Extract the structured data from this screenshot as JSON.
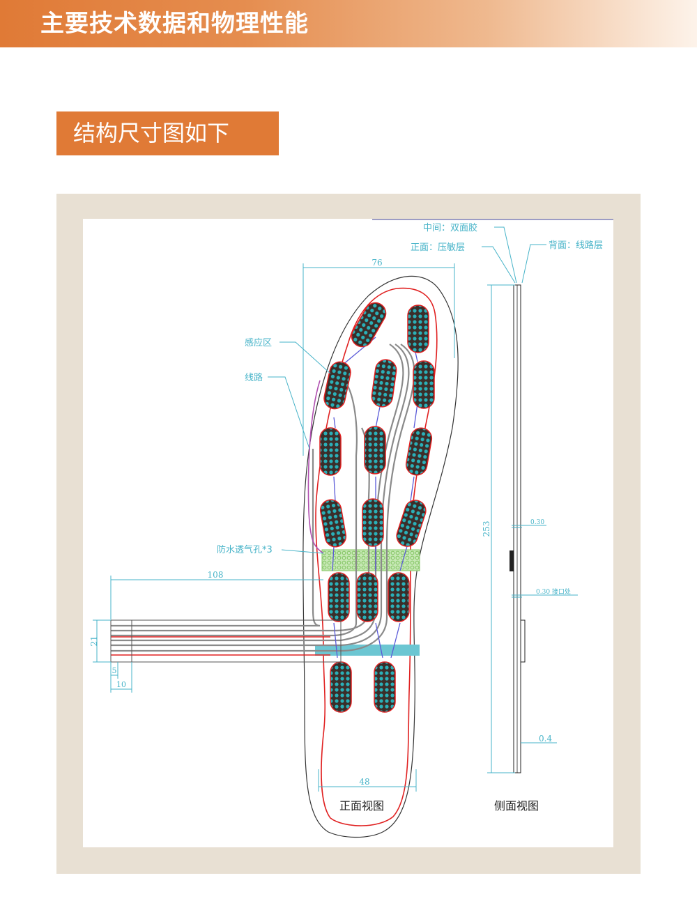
{
  "header": {
    "title": "主要技术数据和物理性能"
  },
  "section": {
    "label": "结构尺寸图如下"
  },
  "diagram": {
    "front_view": {
      "caption": "正面视图",
      "width_top": "76",
      "width_heel": "48",
      "tail_length": "108",
      "tail_height": "21",
      "tail_dim_a": "5",
      "tail_dim_b": "10",
      "labels": {
        "sensing_area": "感应区",
        "circuit": "线路",
        "vent_holes": "防水透气孔*3"
      }
    },
    "side_view": {
      "caption": "侧面视图",
      "length": "253",
      "thickness_a": "0.30",
      "thickness_b": "0.30 接口处",
      "thickness_total": "0.4",
      "layers": {
        "middle": "中间：双面胶",
        "front": "正面：压敏层",
        "back": "背面：线路层"
      }
    },
    "colors": {
      "dimension": "#46b3c8",
      "circuit": "#888888",
      "boundary": "#e02020",
      "sensor": "#2ab0b8",
      "vent": "#a6d98a"
    }
  }
}
